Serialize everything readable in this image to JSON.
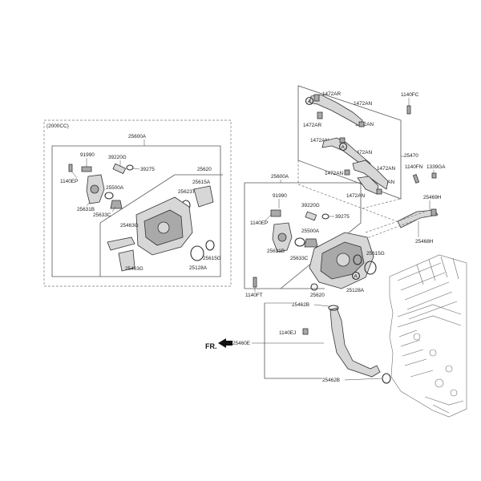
{
  "diagram": {
    "variant_label": "(2000CC)",
    "direction_label": "FR.",
    "colors": {
      "line": "#333333",
      "part_fill": "#d7d7d7",
      "part_dark": "#a9a9a9",
      "frame": "#555555"
    },
    "labels": {
      "l25600A_left": "25600A",
      "l91990_left": "91990",
      "l39220G_left": "39220G",
      "l39275_left": "39275",
      "l1140EP_left": "1140EP",
      "l25500A_left": "25500A",
      "l25631B_left": "25631B",
      "l25633C_left": "25633C",
      "l25620_left": "25620",
      "l25615A_left": "25615A",
      "l25623T": "25623T",
      "l25463G_a": "25463G",
      "l25463G_b": "25463G",
      "l25615G_left": "25615G",
      "l25128A_left": "25128A",
      "l1472AR_a": "1472AR",
      "l1472AN_a": "1472AN",
      "l1472AR_b": "1472AR",
      "l1472AN_b": "1472AN",
      "l1472AN_c": "1472AN",
      "l1472AN_d": "1472AN",
      "l1472AN_e": "1472AN",
      "l1472AN_f": "1472AN",
      "l1472AN_g": "1472AN",
      "l1140FC": "1140FC",
      "l25470": "25470",
      "l1140FN": "1140FN",
      "l1339GA": "1339GA",
      "l25469H": "25469H",
      "l25468H": "25468H",
      "l25600A_right": "25600A",
      "l91990_right": "91990",
      "l1140EP_right": "1140EP",
      "l39220G_right": "39220G",
      "l39275_right": "39275",
      "l25500A_right": "25500A",
      "l25631B_right": "25631B",
      "l25633C_right": "25633C",
      "l25615G_right": "25615G",
      "l25128A_right": "25128A",
      "l25620_right": "25620",
      "l1140FT": "1140FT",
      "l25462B_top": "25462B",
      "l1140EJ": "1140EJ",
      "l25460E": "25460E",
      "l25462B_bottom": "25462B",
      "circle_A_1": "A",
      "circle_A_2": "A",
      "circle_A_3": "A"
    }
  }
}
